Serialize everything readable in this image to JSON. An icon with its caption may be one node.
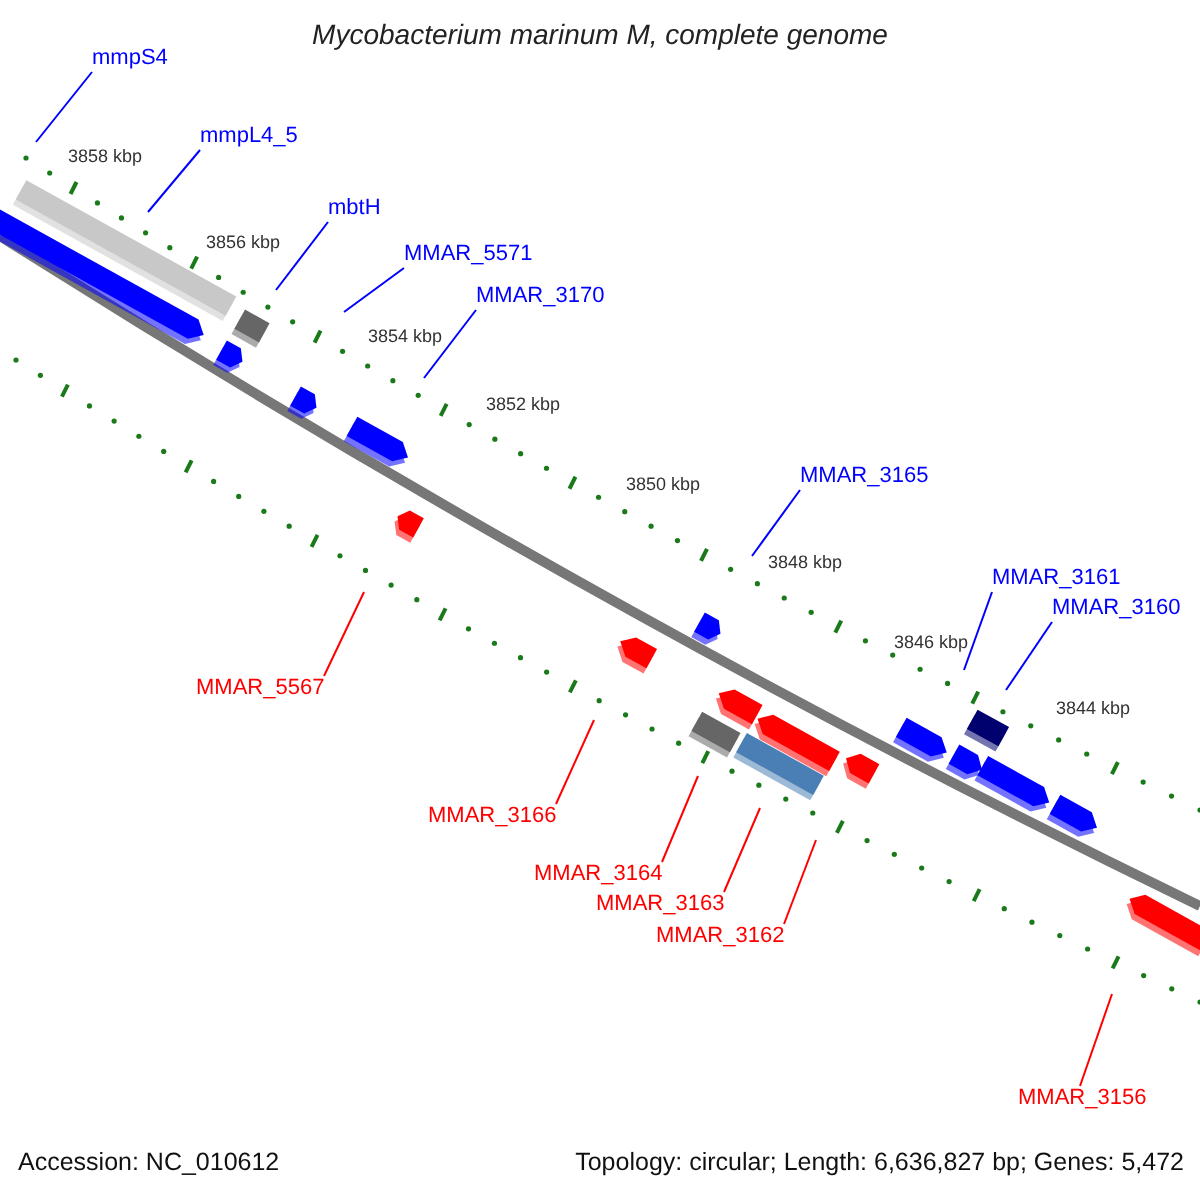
{
  "diagram": {
    "title": "Mycobacterium marinum M, complete genome",
    "nodes": [
      {
        "text": [
          "mmpS4"
        ]
      },
      {
        "text": [
          "mmpL4_5"
        ]
      },
      {
        "text": [
          "mbtH"
        ]
      },
      {
        "text": [
          "MMAR_5571"
        ]
      },
      {
        "text": [
          "MMAR_3170"
        ]
      },
      {
        "text": [
          "MMAR_3165"
        ]
      },
      {
        "text": [
          "MMAR_3161"
        ]
      },
      {
        "text": [
          "MMAR_3160"
        ]
      },
      {
        "text": [
          "MMAR_5567"
        ]
      },
      {
        "text": [
          "MMAR_3166"
        ]
      },
      {
        "text": [
          "MMAR_3164"
        ]
      },
      {
        "text": [
          "MMAR_3163"
        ]
      },
      {
        "text": [
          "MMAR_3162"
        ]
      },
      {
        "text": [
          "MMAR_3156"
        ]
      }
    ],
    "edges": [
      {
        "from": 0,
        "to": null,
        "arrow": "none"
      },
      {
        "from": 1,
        "to": null,
        "arrow": "none"
      },
      {
        "from": 2,
        "to": null,
        "arrow": "none"
      },
      {
        "from": 3,
        "to": null,
        "arrow": "none"
      },
      {
        "from": 4,
        "to": null,
        "arrow": "none"
      },
      {
        "from": 5,
        "to": null,
        "arrow": "none"
      },
      {
        "from": 6,
        "to": null,
        "arrow": "none"
      },
      {
        "from": 7,
        "to": null,
        "arrow": "none"
      },
      {
        "from": 8,
        "to": null,
        "arrow": "none",
        "color": "#ff0000"
      },
      {
        "from": 9,
        "to": null,
        "arrow": "none",
        "color": "#ff0000"
      },
      {
        "from": 10,
        "to": null,
        "arrow": "none",
        "color": "#ff0000"
      },
      {
        "from": 11,
        "to": null,
        "arrow": "none",
        "color": "#ff0000"
      },
      {
        "from": 12,
        "to": null,
        "arrow": "none",
        "color": "#ff0000"
      },
      {
        "from": 13,
        "to": null,
        "arrow": "none",
        "color": "#ff0000"
      }
    ],
    "labels": [
      "3858 kbp",
      "3856 kbp",
      "3854 kbp",
      "3852 kbp",
      "3850 kbp",
      "3848 kbp",
      "3846 kbp",
      "3844 kbp",
      "Accession: NC_010612",
      "Topology: circular; Length: 6,636,827 bp; Genes: 5,472"
    ]
  }
}
